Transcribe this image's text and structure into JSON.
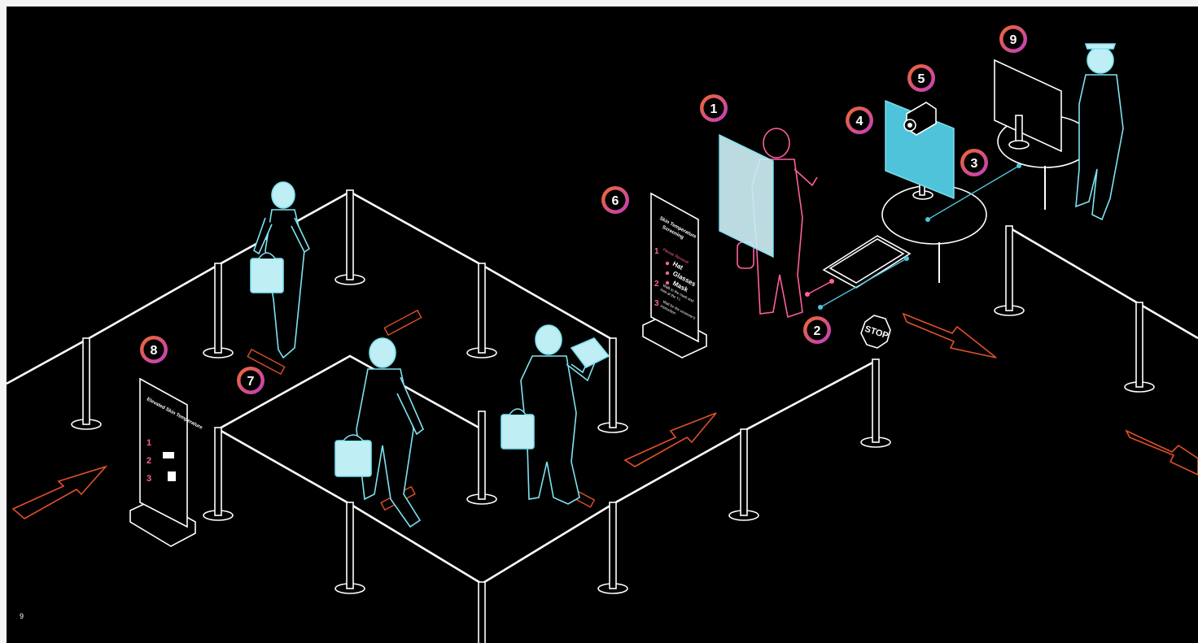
{
  "page": {
    "number": "9"
  },
  "colors": {
    "background": "#000000",
    "rope": "#ffffff",
    "people": "#7ee3f0",
    "screened_person": "#ff5f9e",
    "floor_arrow": "#e0502a",
    "marker_gradient_start": "#f06a2a",
    "marker_gradient_end": "#c03cc8",
    "screen_panel": "#4fc3d9"
  },
  "markers": [
    {
      "number": "1"
    },
    {
      "number": "2"
    },
    {
      "number": "3"
    },
    {
      "number": "4"
    },
    {
      "number": "5"
    },
    {
      "number": "6"
    },
    {
      "number": "7"
    },
    {
      "number": "8"
    },
    {
      "number": "9"
    }
  ],
  "sign_station": {
    "title_line1": "Skin Temperature",
    "title_line2": "Screening",
    "step1_num": "1",
    "step1_heading": "Please Remove",
    "items": [
      "Hat",
      "Glasses",
      "Mask"
    ],
    "step2_num": "2",
    "step2_line1": "Walk to the mark and",
    "step2_line2": "look at the T.I.",
    "step3_num": "3",
    "step3_line1": "Wait for the screener's",
    "step3_line2": "instruction"
  },
  "sign_queue": {
    "title": "Elevated Skin Temperature",
    "steps": [
      "1",
      "2",
      "3"
    ]
  },
  "stop_sign": {
    "label": "STOP"
  },
  "icons": [
    "camera-icon",
    "monitor-icon",
    "briefcase-icon",
    "tablet-icon",
    "floor-arrow-icon",
    "stop-sign-icon"
  ]
}
